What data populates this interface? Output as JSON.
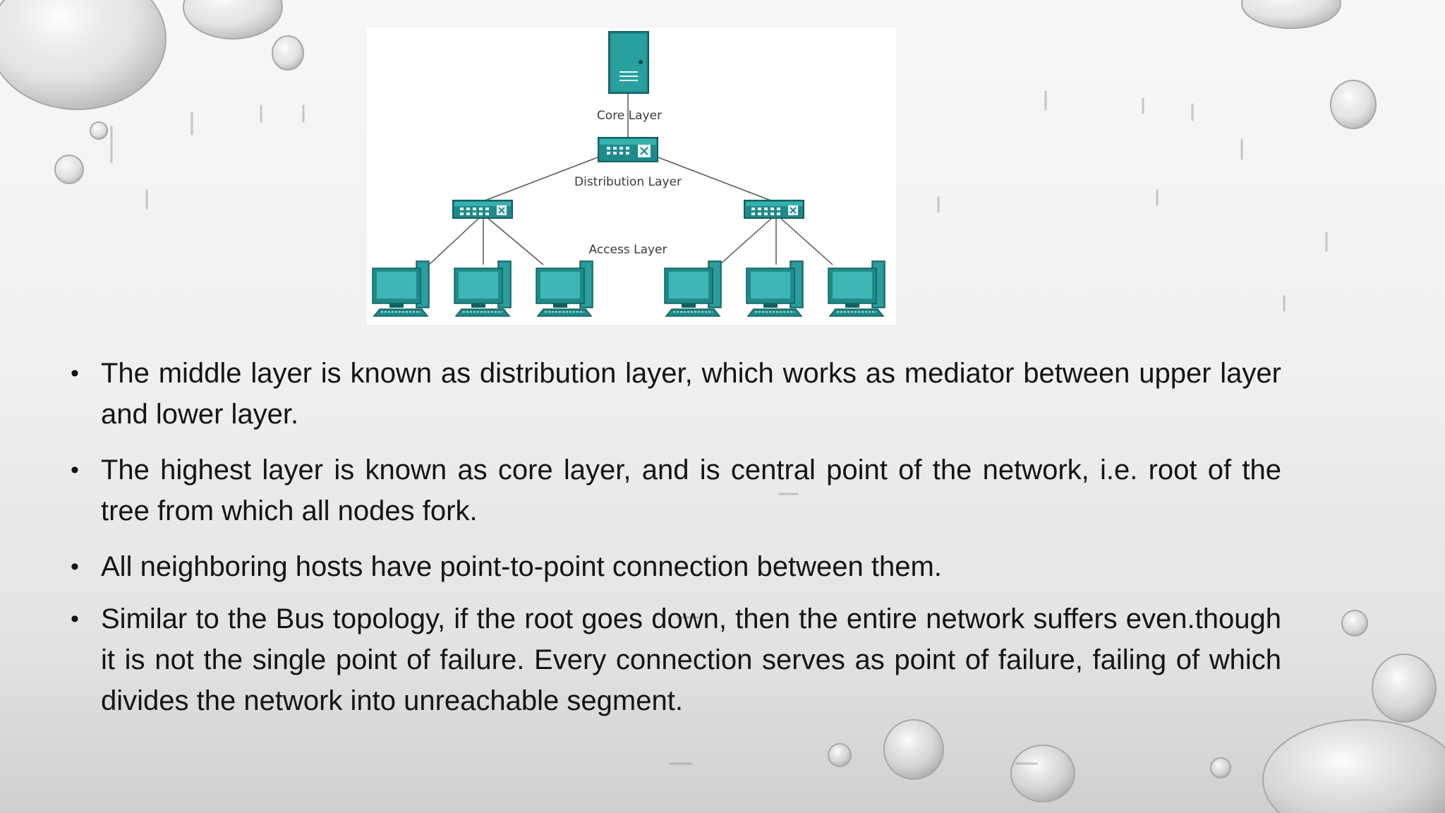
{
  "diagram": {
    "labels": {
      "core": "Core Layer",
      "distribution": "Distribution Layer",
      "access": "Access Layer"
    },
    "colors": {
      "device": "#1f8a8a",
      "device_dark": "#145f5f",
      "line": "#555555"
    }
  },
  "bullets": [
    {
      "text": "The middle layer is known as distribution layer, which works as mediator between upper layer and lower layer."
    },
    {
      "text": "The highest layer is known as core layer, and is central point of the network, i.e. root of the tree from which all nodes fork."
    },
    {
      "text": "All neighboring hosts have point-to-point connection between them."
    },
    {
      "text": "Similar to the Bus topology, if the root goes down, then the entire network suffers even.though it is not the single point of failure. Every connection serves as point of failure, failing of which divides the network into unreachable segment."
    }
  ],
  "bullet_symbol": "•"
}
